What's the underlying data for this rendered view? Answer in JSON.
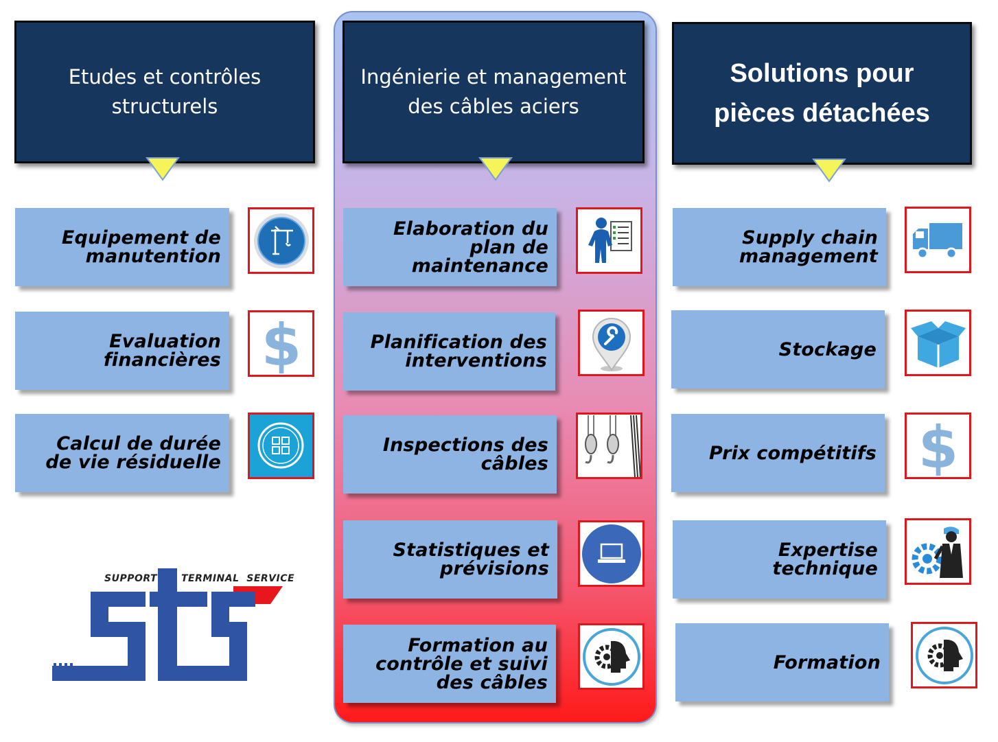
{
  "columns": [
    {
      "header": "Etudes et contrôles\nstructurels",
      "items": [
        {
          "label": "Equipement de\nmanutention",
          "icon": "crane-icon"
        },
        {
          "label": "Evaluation\nfinancières",
          "icon": "dollar-icon"
        },
        {
          "label": "Calcul de durée\nde vie résiduelle",
          "icon": "calculator-icon"
        }
      ]
    },
    {
      "header": "Ingénierie et management\ndes câbles aciers",
      "items": [
        {
          "label": "Elaboration du\nplan de\nmaintenance",
          "icon": "checklist-person-icon"
        },
        {
          "label": "Planification des\ninterventions",
          "icon": "wrench-location-icon"
        },
        {
          "label": "Inspections des\ncâbles",
          "icon": "crane-hooks-icon"
        },
        {
          "label": "Statistiques et\nprévisions",
          "icon": "laptop-icon"
        },
        {
          "label": "Formation au\ncontrôle et suivi\ndes câbles",
          "icon": "head-gear-icon"
        }
      ]
    },
    {
      "header": "Solutions pour\npièces détachées",
      "items": [
        {
          "label": "Supply chain\nmanagement",
          "icon": "truck-icon"
        },
        {
          "label": "Stockage",
          "icon": "box-icon"
        },
        {
          "label": "Prix compétitifs",
          "icon": "dollar-icon"
        },
        {
          "label": "Expertise\ntechnique",
          "icon": "engineer-gear-icon"
        },
        {
          "label": "Formation",
          "icon": "head-gear-icon"
        }
      ]
    }
  ],
  "logo": {
    "support": "SUPPORT",
    "terminal_service": "TERMINAL  SERVICE",
    "brand_blue": "#2f54a3",
    "brand_red": "#e8161d"
  },
  "colors": {
    "header_bg": "#17365d",
    "box_bg": "#8eb4e3",
    "icon_border": "#e0161d",
    "pointer": "#f5f55a"
  }
}
